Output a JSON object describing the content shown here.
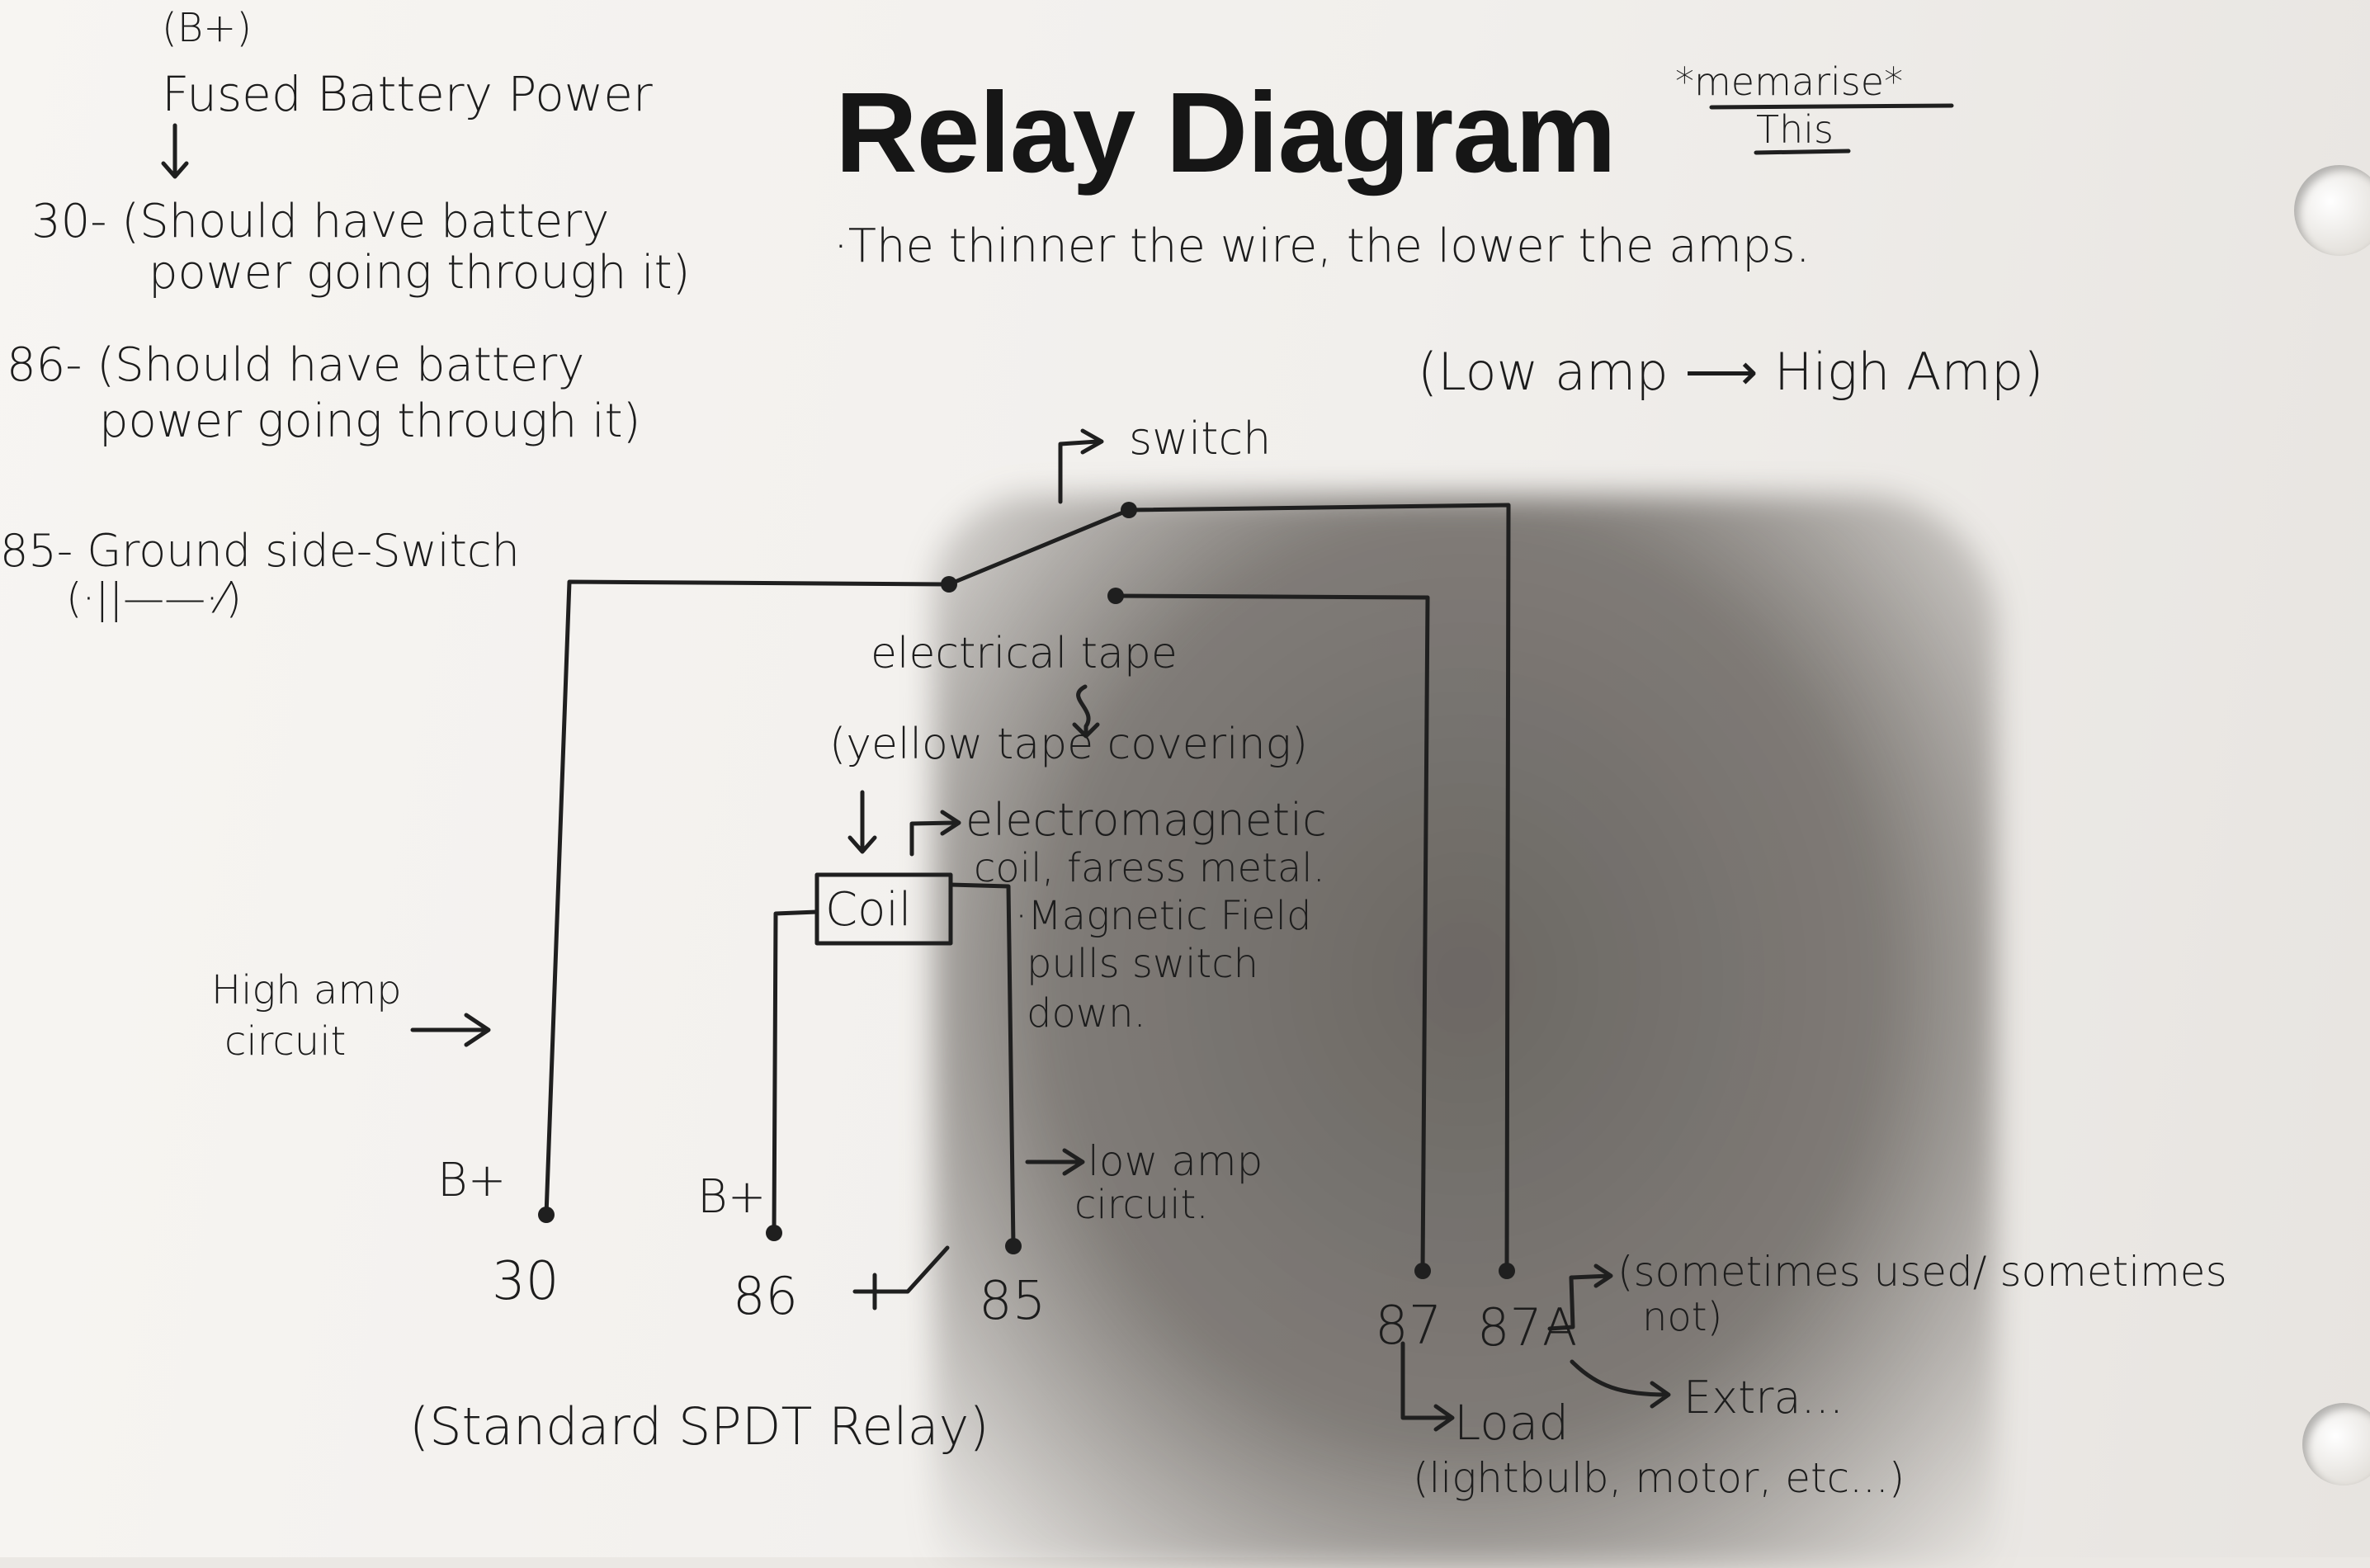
{
  "title": "Relay Diagram",
  "memorise_note": "*memarise*",
  "memorise_note_2": "This",
  "notes": {
    "b_plus_header": "(B+)",
    "fused_battery": "Fused Battery Power",
    "down_arrow": "↓",
    "pin30_line1": "30- (Should have battery",
    "pin30_line2": "power going through it)",
    "pin86_line1": "86- (Should have battery",
    "pin86_line2": "power going through it)",
    "pin85_line1": "85- Ground side-Switch",
    "pin85_symbol": "(·||——·⁄)",
    "thinner_wire": "·The thinner the wire, the lower the amps.",
    "low_to_high": "(Low amp ⟶ High Amp)"
  },
  "diagram": {
    "switch_label": "switch",
    "electrical_tape": "electrical tape",
    "tape_covering": "(yellow tape covering)",
    "coil": "Coil",
    "electromagnetic_1": "electromagnetic",
    "electromagnetic_2": "coil, faress metal.",
    "magnetic_1": "·Magnetic Field",
    "magnetic_2": "pulls switch",
    "magnetic_3": "down.",
    "high_amp_1": "High amp",
    "high_amp_2": "circuit",
    "low_amp_1": "low amp",
    "low_amp_2": "circuit.",
    "b_plus_left": "B+",
    "b_plus_mid": "B+",
    "pin_30": "30",
    "pin_86": "86",
    "pin_85": "85",
    "pin_87": "87",
    "pin_87a": "87A",
    "standard_spdt": "(Standard SPDT Relay)",
    "sometimes_used": "(sometimes used/ sometimes",
    "sometimes_not": "not)",
    "extra": "Extra...",
    "load": "Load",
    "load_examples": "(lightbulb, motor, etc...)"
  },
  "colors": {
    "ink": "#1c1c1c",
    "paper": "#f4f2ef"
  }
}
